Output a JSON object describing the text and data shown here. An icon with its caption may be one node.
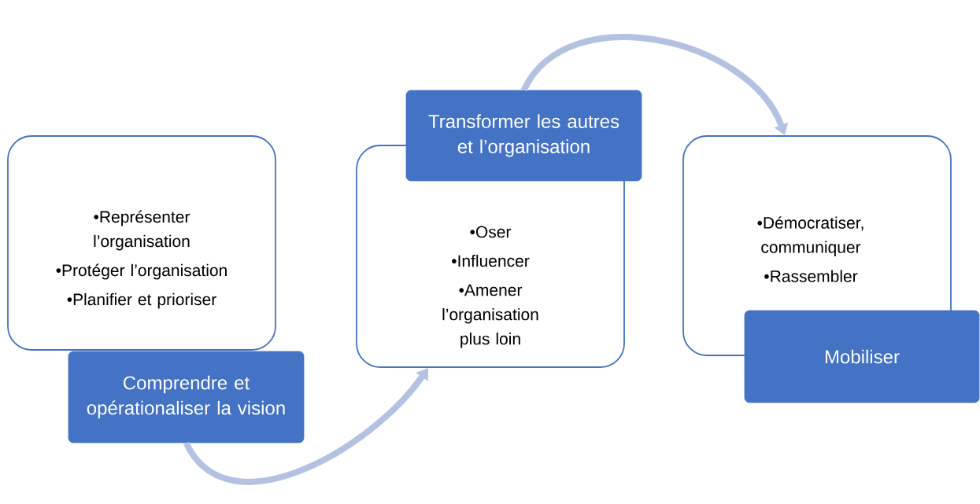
{
  "diagram": {
    "nodes": [
      {
        "text": [
          "•Représenter l’organisation",
          "•Protéger l’organisation",
          "•Planifier et prioriser"
        ]
      },
      {
        "text": [
          "Comprendre et opérationaliser la vision"
        ]
      },
      {
        "text": [
          "•Oser",
          "•Influencer",
          "•Amener l’organisation plus loin"
        ]
      },
      {
        "text": [
          "Transformer les autres et l’organisation"
        ]
      },
      {
        "text": [
          "•Démocratiser, communiquer",
          "•Rassembler"
        ]
      },
      {
        "text": [
          "Mobiliser"
        ]
      }
    ],
    "edges": [
      {
        "from": 1,
        "to": 2,
        "arrow": "to"
      },
      {
        "from": 3,
        "to": 4,
        "arrow": "to"
      }
    ]
  }
}
